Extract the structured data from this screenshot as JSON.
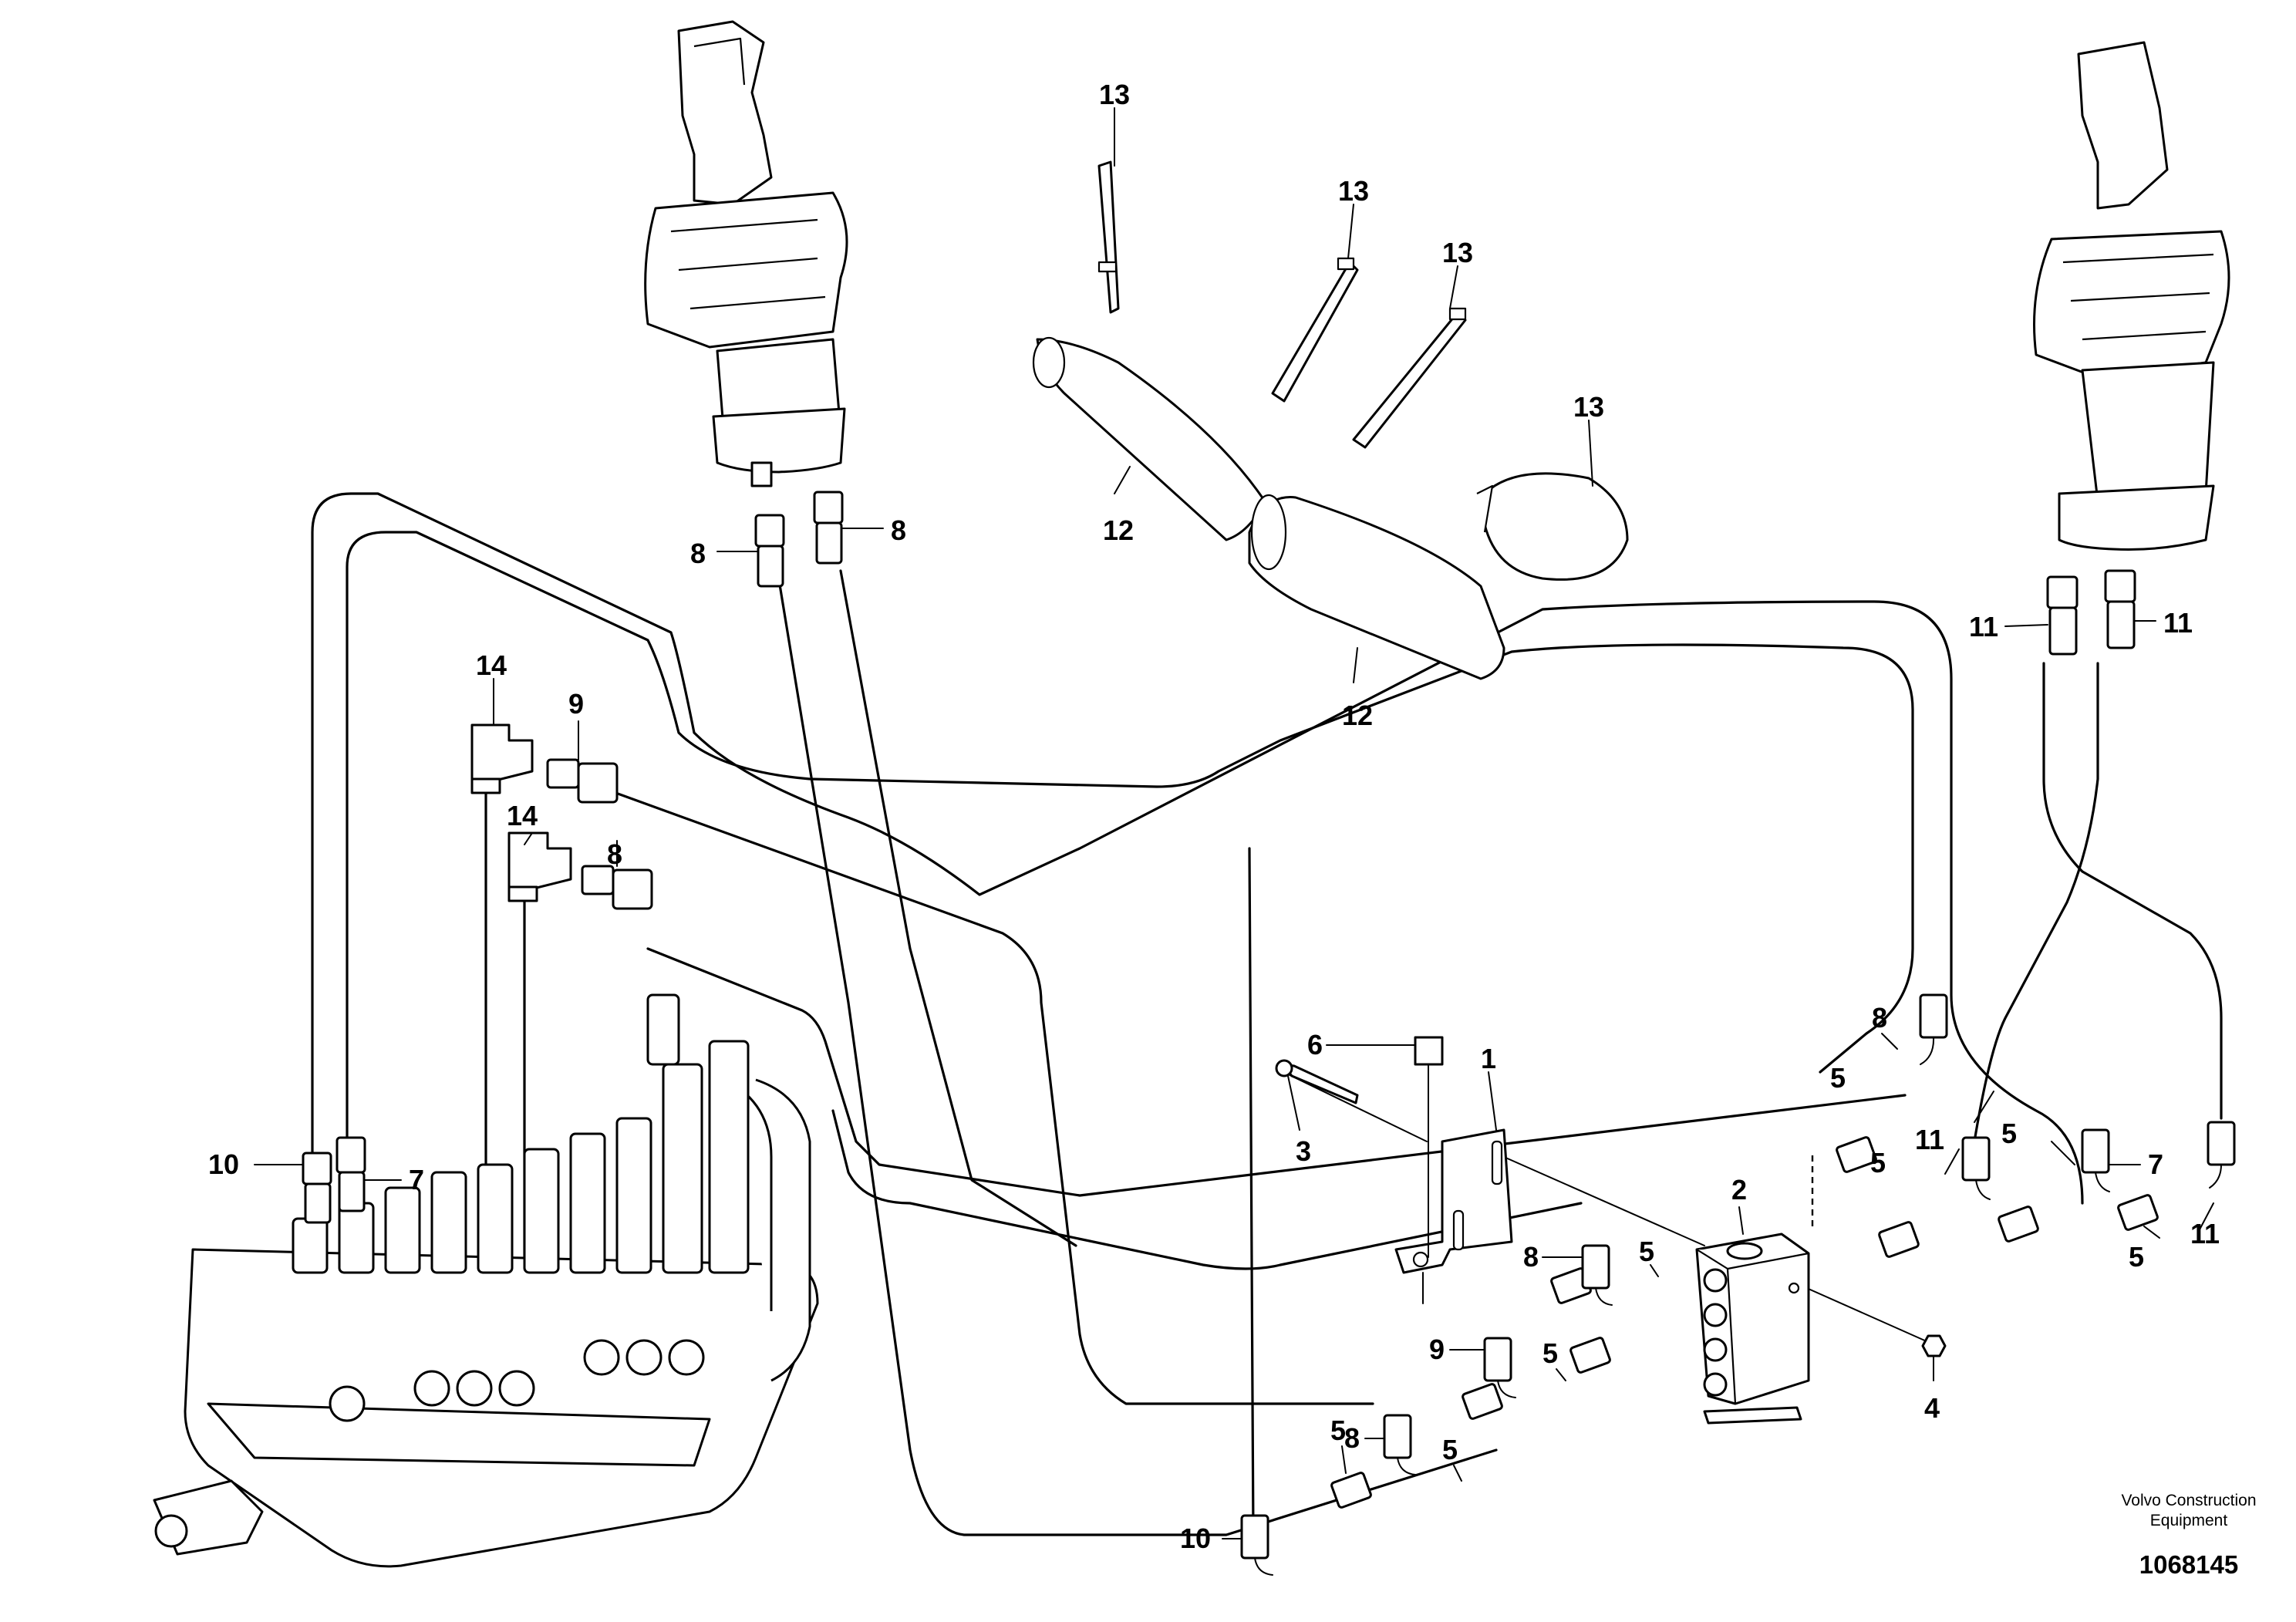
{
  "callouts": {
    "c1": "1",
    "c2": "2",
    "c3": "3",
    "c4": "4",
    "c5": "5",
    "c6": "6",
    "c7": "7",
    "c8": "8",
    "c9": "9",
    "c10": "10",
    "c11": "11",
    "c12": "12",
    "c13": "13",
    "c14": "14"
  },
  "footer": {
    "brand_line1": "Volvo Construction",
    "brand_line2": "Equipment",
    "drawing_number": "1068145"
  }
}
